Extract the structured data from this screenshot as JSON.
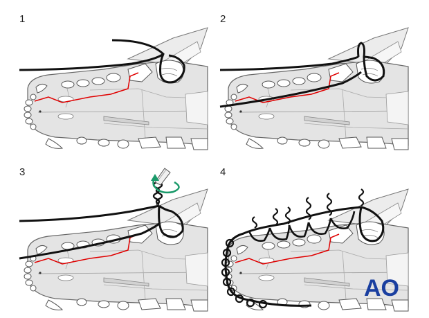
{
  "panels": [
    {
      "number": "1"
    },
    {
      "number": "2"
    },
    {
      "number": "3"
    },
    {
      "number": "4"
    }
  ],
  "logo": {
    "text": "AO",
    "color": "#1a3fa0"
  },
  "colors": {
    "bone": "#e4e4e4",
    "tooth": "#ffffff",
    "outline": "#555555",
    "wire": "#111111",
    "fracture": "#e00000",
    "arrow": "#1a9a6a"
  }
}
